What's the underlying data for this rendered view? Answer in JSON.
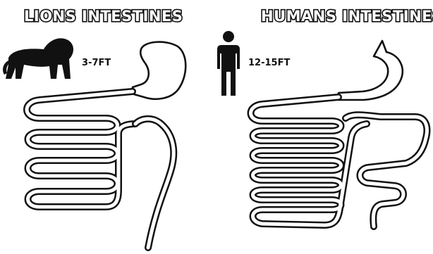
{
  "panels": [
    {
      "title": "LIONS INTESTINES",
      "length": "3-7FT",
      "icon": "lion-icon"
    },
    {
      "title": "HUMANS INTESTINES",
      "length": "12-15FT",
      "icon": "human-icon"
    }
  ],
  "colors": {
    "ink": "#111111",
    "background": "#ffffff"
  }
}
